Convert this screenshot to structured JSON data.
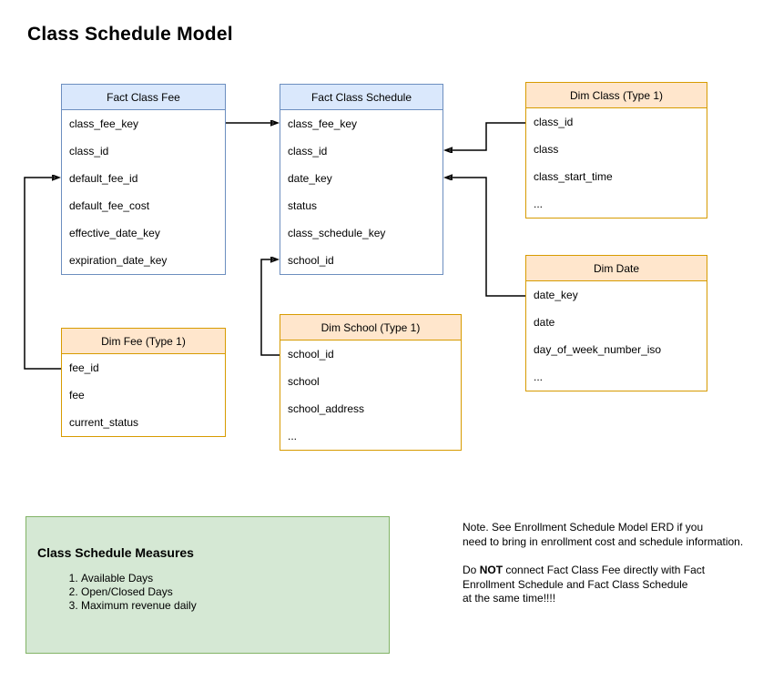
{
  "page_title": "Class Schedule Model",
  "colors": {
    "fact_fill": "#dae8fc",
    "fact_stroke": "#6c8ebf",
    "dim_fill": "#ffe6cc",
    "dim_stroke": "#d79b00",
    "measures_fill": "#d5e8d4",
    "measures_stroke": "#82b366",
    "connector": "#000000"
  },
  "tables": {
    "fact_class_fee": {
      "title": "Fact Class Fee",
      "fields": [
        "class_fee_key",
        "class_id",
        "default_fee_id",
        "default_fee_cost",
        "effective_date_key",
        "expiration_date_key"
      ]
    },
    "fact_class_schedule": {
      "title": "Fact Class Schedule",
      "fields": [
        "class_fee_key",
        "class_id",
        "date_key",
        "status",
        "class_schedule_key",
        "school_id"
      ]
    },
    "dim_class": {
      "title": "Dim Class (Type 1)",
      "fields": [
        "class_id",
        "class",
        "class_start_time",
        "..."
      ]
    },
    "dim_date": {
      "title": "Dim Date",
      "fields": [
        "date_key",
        "date",
        "day_of_week_number_iso",
        "..."
      ]
    },
    "dim_fee": {
      "title": "Dim Fee (Type 1)",
      "fields": [
        "fee_id",
        "fee",
        "current_status"
      ]
    },
    "dim_school": {
      "title": "Dim School (Type 1)",
      "fields": [
        "school_id",
        "school",
        "school_address",
        "..."
      ]
    }
  },
  "relationships": [
    {
      "from": "Fact Class Fee.class_fee_key",
      "to": "Fact Class Schedule.class_fee_key"
    },
    {
      "from": "Dim Class.class_id",
      "to": "Fact Class Schedule.class_id"
    },
    {
      "from": "Dim Date.date_key",
      "to": "Fact Class Schedule.date_key"
    },
    {
      "from": "Dim Fee.fee_id",
      "to": "Fact Class Fee.default_fee_id"
    },
    {
      "from": "Dim School.school_id",
      "to": "Fact Class Schedule.school_id"
    }
  ],
  "measures": {
    "title": "Class Schedule Measures",
    "items": [
      "Available Days",
      "Open/Closed Days",
      "Maximum revenue daily"
    ]
  },
  "note": {
    "p1_lines": [
      "Note. See Enrollment Schedule Model ERD if you",
      "need to bring in enrollment cost and schedule information."
    ],
    "p2_prefix": "Do ",
    "p2_bold": "NOT",
    "p2_suffix": " connect Fact Class Fee directly with Fact",
    "p2_lines": [
      "Enrollment Schedule and Fact Class Schedule",
      "at the same time!!!!"
    ]
  }
}
